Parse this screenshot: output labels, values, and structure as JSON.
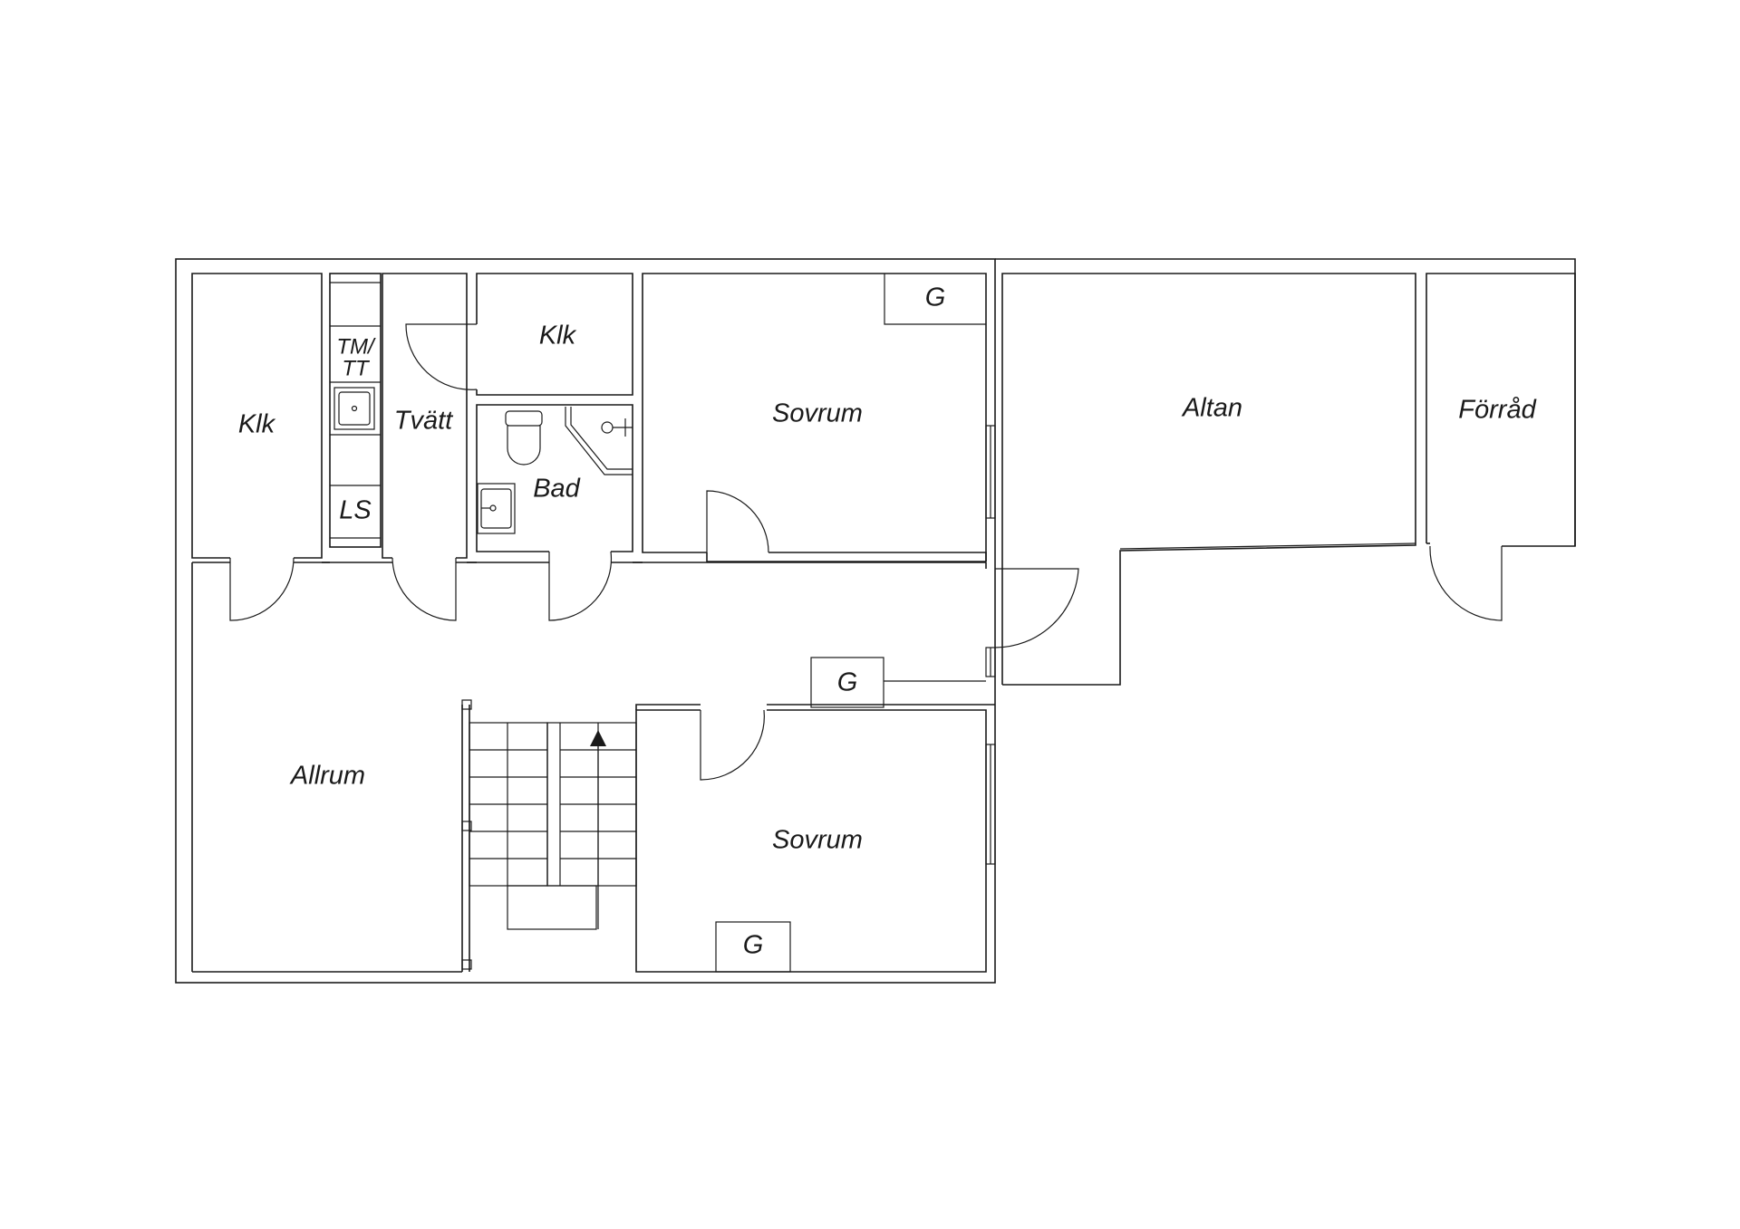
{
  "rooms": {
    "klk_west": "Klk",
    "tvatt": "Tvätt",
    "klk_north": "Klk",
    "bad": "Bad",
    "sovrum_north": "Sovrum",
    "altan": "Altan",
    "forrad": "Förråd",
    "allrum": "Allrum",
    "sovrum_south": "Sovrum"
  },
  "fixtures": {
    "tm_tt_line1": "TM/",
    "tm_tt_line2": "TT",
    "ls": "LS",
    "g_sovrum_north": "G",
    "g_hall": "G",
    "g_sovrum_south": "G"
  }
}
